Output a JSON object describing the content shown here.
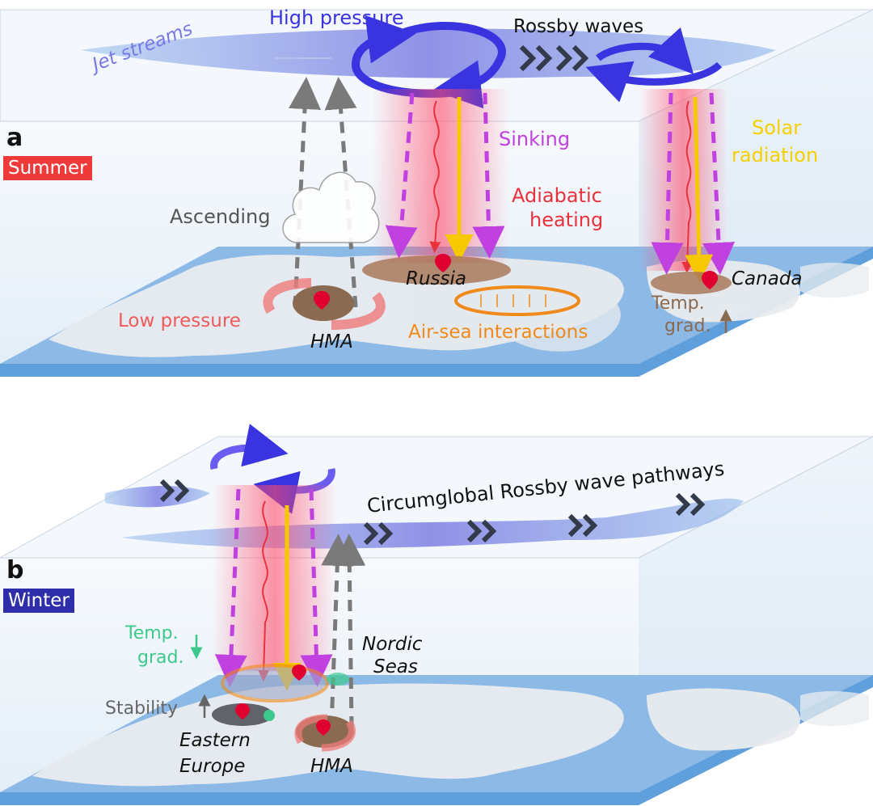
{
  "colors": {
    "jet_stream": "#7a78e6",
    "high_pressure": "#3a34e0",
    "sinking": "#c040e0",
    "adiabatic": "#e8323c",
    "solar": "#f5d000",
    "low_pressure": "#ef5a5a",
    "air_sea": "#f08a1a",
    "temp_grad_summer": "#8a6a50",
    "temp_grad_winter": "#3ec98c",
    "summer_badge": "#ef3a3a",
    "winter_badge": "#2e2eaa",
    "ocean": "#7fb2e2",
    "land": "#e9ecef"
  },
  "panel_a": {
    "letter": "a",
    "season": "Summer",
    "labels": {
      "jet_streams": "Jet streams",
      "high_pressure": "High pressure",
      "rossby_waves": "Rossby waves",
      "sinking": "Sinking",
      "solar_1": "Solar",
      "solar_2": "radiation",
      "adiabatic_1": "Adiabatic",
      "adiabatic_2": "heating",
      "ascending": "Ascending",
      "low_pressure": "Low pressure",
      "air_sea": "Air-sea interactions",
      "temp_grad_1": "Temp.",
      "temp_grad_2": "grad.",
      "russia": "Russia",
      "canada": "Canada",
      "hma": "HMA"
    }
  },
  "panel_b": {
    "letter": "b",
    "season": "Winter",
    "labels": {
      "circumglobal": "Circumglobal Rossby wave pathways",
      "temp_grad_1": "Temp.",
      "temp_grad_2": "grad.",
      "nordic_1": "Nordic",
      "nordic_2": "Seas",
      "stability": "Stability",
      "ee_1": "Eastern",
      "ee_2": "Europe",
      "hma": "HMA"
    }
  }
}
